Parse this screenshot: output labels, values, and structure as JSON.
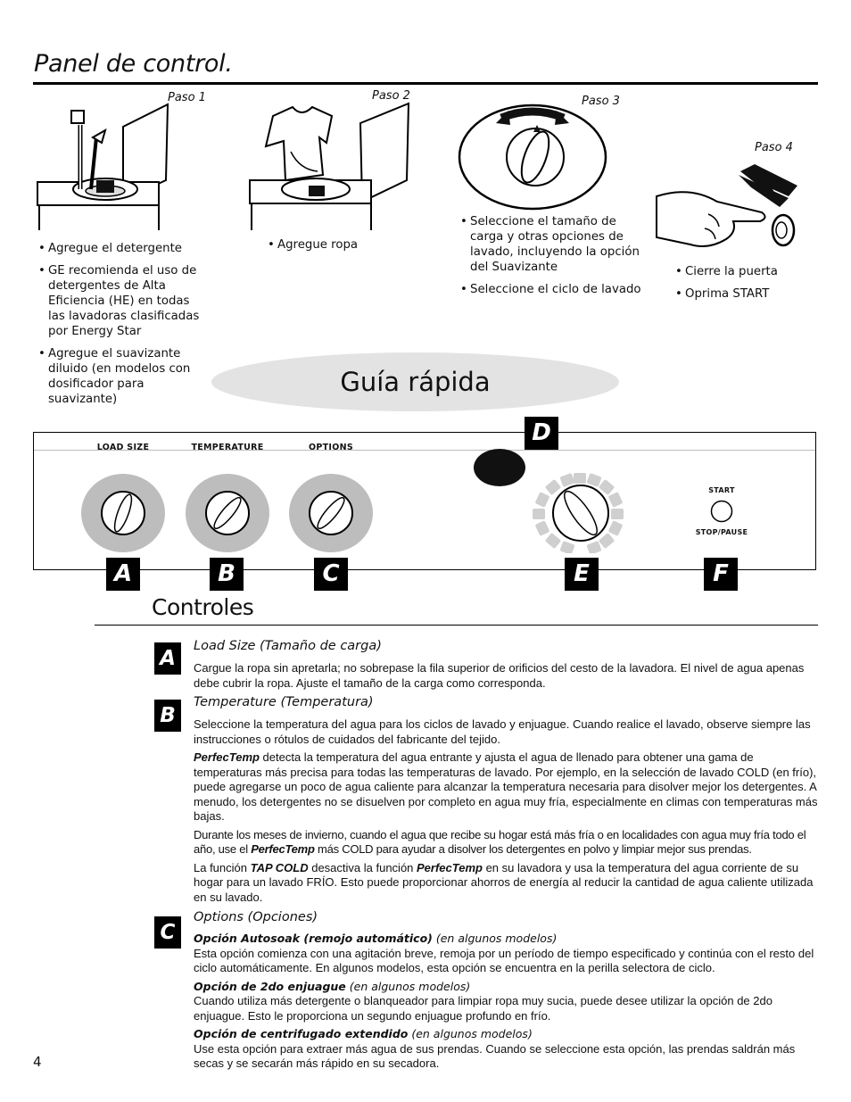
{
  "title": "Panel de control.",
  "steps": [
    {
      "label": "Paso 1",
      "bullets": [
        "Agregue el detergente",
        "GE recomienda el uso de detergentes de Alta Eficiencia (HE) en todas las lavadoras clasificadas por Energy Star",
        "Agregue el suavizante diluido (en modelos con dosificador para suavizante)"
      ]
    },
    {
      "label": "Paso 2",
      "bullets": [
        "Agregue ropa"
      ]
    },
    {
      "label": "Paso 3",
      "bullets": [
        "Seleccione el tamaño de carga y otras opciones de lavado, incluyendo la opción del Suavizante",
        "Seleccione el ciclo de lavado"
      ]
    },
    {
      "label": "Paso 4",
      "bullets": [
        "Cierre la puerta",
        "Oprima START"
      ]
    }
  ],
  "guide_title": "Guía rápida",
  "panel": {
    "load_size_label": "LOAD SIZE",
    "temperature_label": "TEMPERATURE",
    "options_label": "OPTIONS",
    "start_label": "START",
    "stop_label": "STOP/PAUSE",
    "letters": {
      "a": "A",
      "b": "B",
      "c": "C",
      "d": "D",
      "e": "E",
      "f": "F"
    }
  },
  "controles": {
    "title": "Controles",
    "a": {
      "letter": "A",
      "heading": "Load Size (Tamaño de carga)",
      "text": "Cargue la ropa sin apretarla; no sobrepase la fila superior de orificios del cesto de la lavadora. El nivel de agua apenas debe cubrir la ropa. Ajuste el tamaño de la carga como corresponda."
    },
    "b": {
      "letter": "B",
      "heading": "Temperature (Temperatura)",
      "p1": "Seleccione la temperatura del agua para los ciclos de lavado y enjuague. Cuando realice el lavado, observe siempre las instrucciones o rótulos de cuidados del fabricante del tejido.",
      "perfectemp": "PerfecTemp",
      "p2_rest": " detecta la temperatura del agua entrante y ajusta el agua de llenado para obtener una gama de temperaturas más precisa para todas las temperaturas de lavado. Por ejemplo, en la selección de lavado COLD (en frío), puede agregarse un poco de agua caliente para alcanzar la temperatura necesaria para disolver mejor los detergentes. A menudo, los detergentes no se disuelven por completo en agua muy fría, especialmente en climas con temperaturas más bajas.",
      "p3_a": "Durante los meses de invierno, cuando el agua que recibe su hogar está más fría o en localidades con agua muy fría todo el año, use el ",
      "p3_b": " más COLD para ayudar a disolver los detergentes en polvo y limpiar mejor sus prendas.",
      "p4_a": "La función ",
      "tap_cold": "TAP COLD",
      "p4_b": " desactiva la función ",
      "p4_c": " en su lavadora y usa la temperatura del agua corriente de su hogar para un lavado FRÍO. Esto puede proporcionar ahorros de energía al reducir la cantidad de agua caliente utilizada en su lavado."
    },
    "c": {
      "letter": "C",
      "heading": "Options (Opciones)",
      "opt1_title": "Opción Autosoak (remojo automático)",
      "opt1_note": " (en algunos modelos)",
      "opt1_text": "Esta opción comienza con una agitación breve, remoja por un período de tiempo especificado y continúa con el resto del ciclo automáticamente. En algunos modelos, esta opción se encuentra en la perilla selectora de ciclo.",
      "opt2_title": "Opción de 2do enjuague",
      "opt2_note": " (en algunos modelos)",
      "opt2_text": "Cuando utiliza más detergente o blanqueador para limpiar ropa muy sucia, puede desee utilizar la opción de 2do enjuague. Esto le proporciona un segundo enjuague profundo en frío.",
      "opt3_title": "Opción de centrifugado extendido",
      "opt3_note": " (en algunos modelos)",
      "opt3_text": "Use esta opción para extraer más agua de sus prendas. Cuando se seleccione esta opción, las prendas saldrán más secas y se secarán más rápido en su secadora."
    }
  },
  "page_number": "4"
}
